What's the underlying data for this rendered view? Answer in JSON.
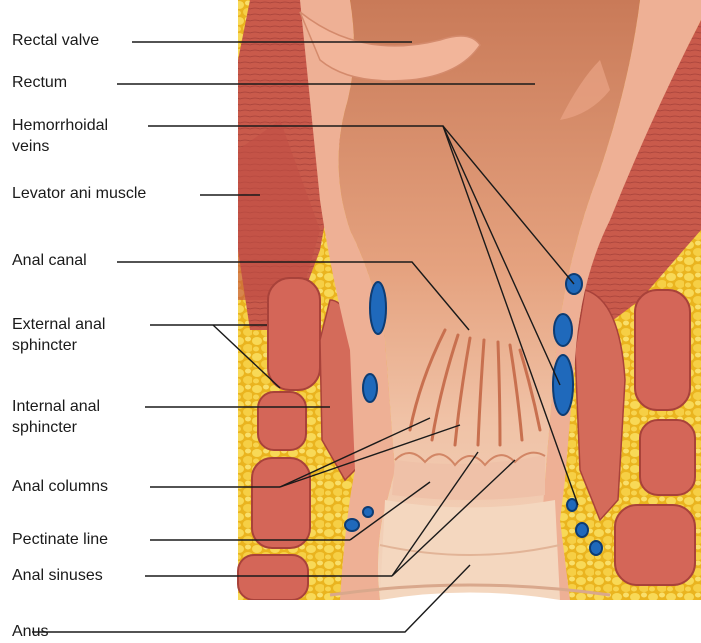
{
  "labels": {
    "rectal_valve": "Rectal valve",
    "rectum": "Rectum",
    "hemorrhoidal_veins_l1": "Hemorrhoidal",
    "hemorrhoidal_veins_l2": "veins",
    "levator_ani": "Levator ani muscle",
    "anal_canal": "Anal canal",
    "external_sphincter_l1": "External anal",
    "external_sphincter_l2": "sphincter",
    "internal_sphincter_l1": "Internal anal",
    "internal_sphincter_l2": "sphincter",
    "anal_columns": "Anal columns",
    "pectinate_line": "Pectinate line",
    "anal_sinuses": "Anal sinuses",
    "anus": "Anus"
  },
  "colors": {
    "fat": "#f2c12e",
    "fat_light": "#f8dc6a",
    "muscle": "#c9574a",
    "muscle_light": "#e08a78",
    "mucosa": "#e8a384",
    "lumen": "#d98a66",
    "lining": "#f0b7a0",
    "vein": "#1e66b8",
    "leader": "#1a1a1a"
  }
}
